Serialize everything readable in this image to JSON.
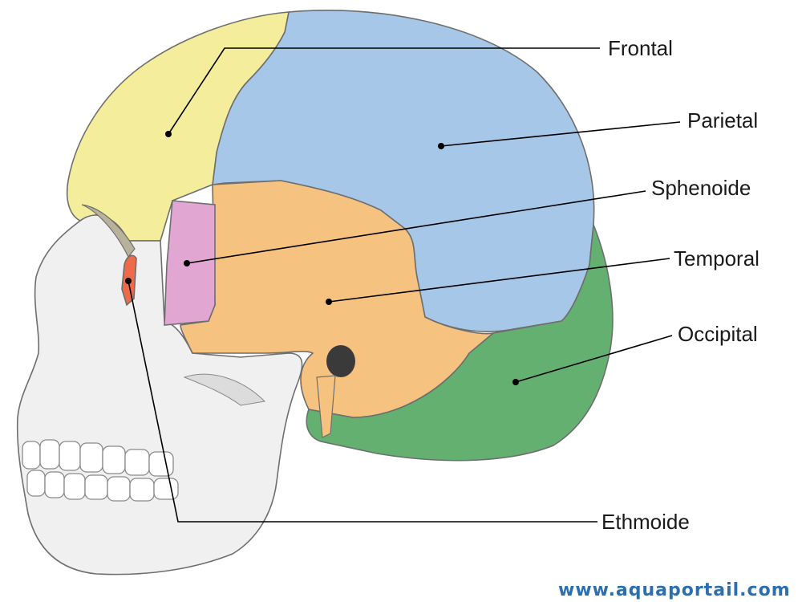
{
  "labels": {
    "frontal": "Frontal",
    "parietal": "Parietal",
    "sphenoide": "Sphenoide",
    "temporal": "Temporal",
    "occipital": "Occipital",
    "ethmoide": "Ethmoide"
  },
  "watermark": "www.aquaportail.com",
  "colors": {
    "frontal": "#f4ee9c",
    "parietal": "#a6c7e8",
    "sphenoide": "#e2a6d2",
    "temporal": "#f6c27f",
    "occipital": "#63b071",
    "ethmoide": "#ee6a4a",
    "face": "#f0f0f0"
  }
}
